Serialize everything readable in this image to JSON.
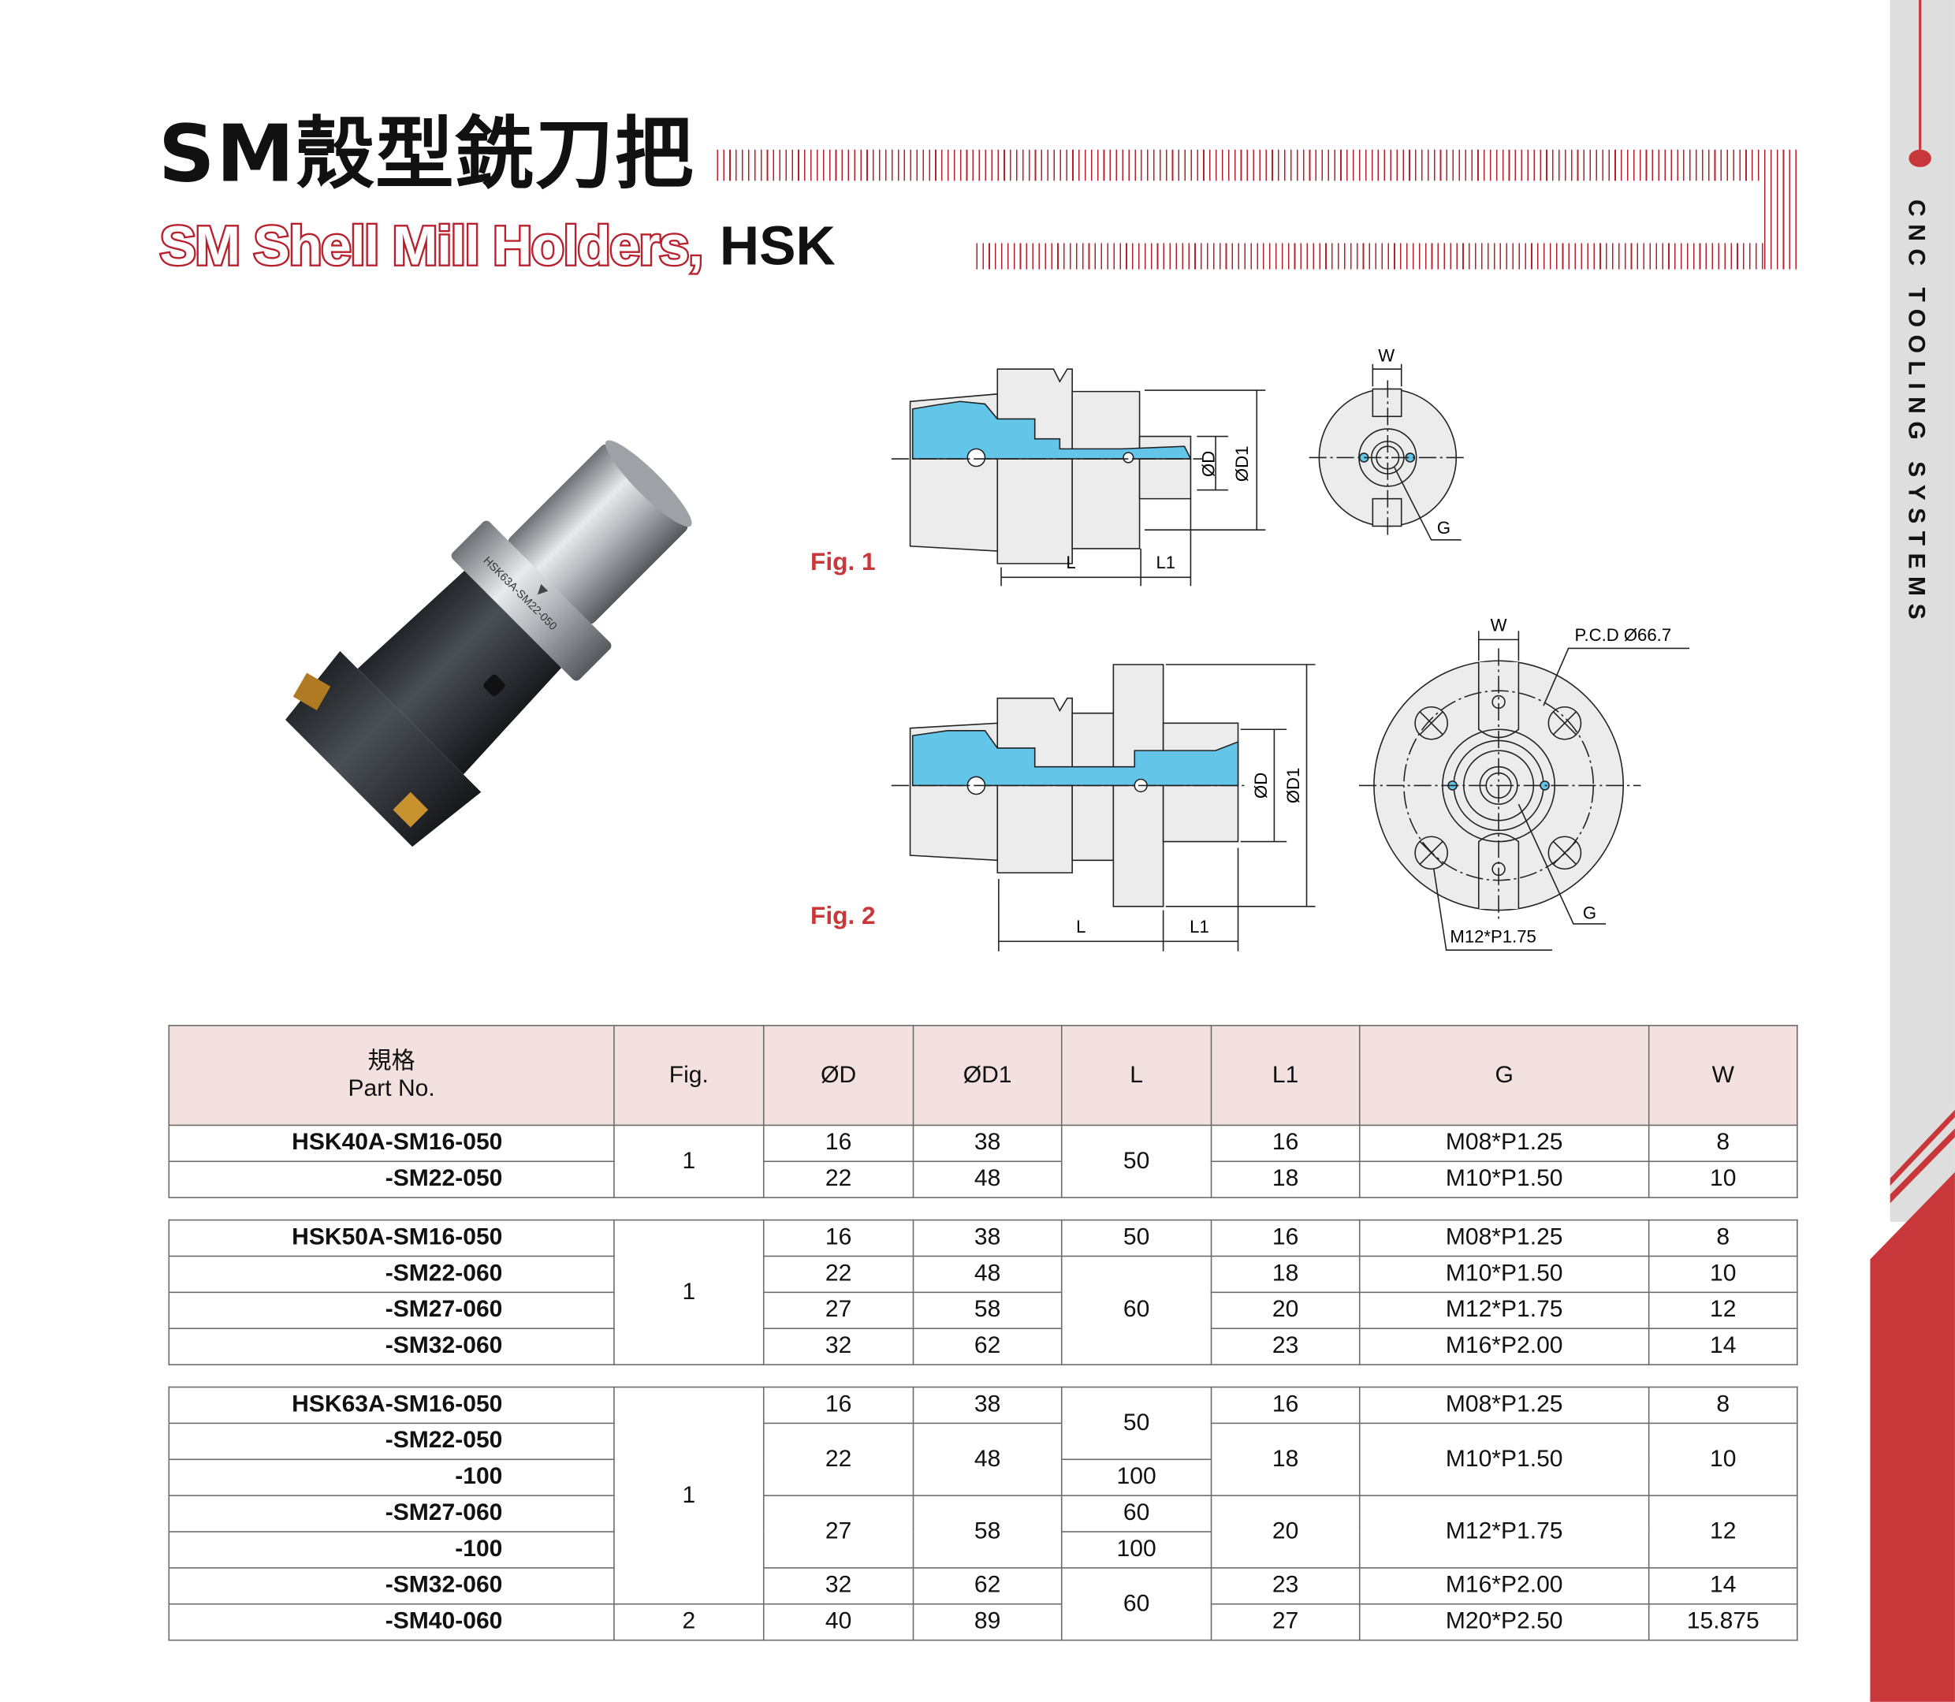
{
  "header": {
    "title": "SM殼型銑刀把",
    "subtitle": "SM Shell Mill Holders,",
    "subtitle_suffix": "HSK"
  },
  "sidebar": {
    "text": "CNC TOOLING SYSTEMS",
    "accent_color": "#c8373a"
  },
  "product_photo": {
    "engraving": "HSK63A-SM22-050"
  },
  "figures": {
    "fig1": {
      "label": "Fig. 1",
      "dims": {
        "D": "ØD",
        "D1": "ØD1",
        "L": "L",
        "L1": "L1",
        "W": "W",
        "G": "G"
      }
    },
    "fig2": {
      "label": "Fig. 2",
      "dims": {
        "D": "ØD",
        "D1": "ØD1",
        "L": "L",
        "L1": "L1",
        "W": "W",
        "G": "G",
        "pcd": "P.C.D Ø66.7",
        "bolt": "M12*P1.75"
      }
    }
  },
  "table": {
    "headers": {
      "part_cn": "規格",
      "part_en": "Part No.",
      "fig": "Fig.",
      "d": "ØD",
      "d1": "ØD1",
      "l": "L",
      "l1": "L1",
      "g": "G",
      "w": "W"
    },
    "groups": [
      {
        "rows": [
          {
            "part": "HSK40A-SM16-050",
            "fig": "1",
            "d": "16",
            "d1": "38",
            "l": "50",
            "l1": "16",
            "g": "M08*P1.25",
            "w": "8"
          },
          {
            "part": "-SM22-050",
            "fig": "1",
            "d": "22",
            "d1": "48",
            "l": "50",
            "l1": "18",
            "g": "M10*P1.50",
            "w": "10"
          }
        ]
      },
      {
        "rows": [
          {
            "part": "HSK50A-SM16-050",
            "fig": "1",
            "d": "16",
            "d1": "38",
            "l": "50",
            "l1": "16",
            "g": "M08*P1.25",
            "w": "8"
          },
          {
            "part": "-SM22-060",
            "fig": "1",
            "d": "22",
            "d1": "48",
            "l": "60",
            "l1": "18",
            "g": "M10*P1.50",
            "w": "10"
          },
          {
            "part": "-SM27-060",
            "fig": "1",
            "d": "27",
            "d1": "58",
            "l": "60",
            "l1": "20",
            "g": "M12*P1.75",
            "w": "12"
          },
          {
            "part": "-SM32-060",
            "fig": "1",
            "d": "32",
            "d1": "62",
            "l": "60",
            "l1": "23",
            "g": "M16*P2.00",
            "w": "14"
          }
        ]
      },
      {
        "rows": [
          {
            "part": "HSK63A-SM16-050",
            "fig": "1",
            "d": "16",
            "d1": "38",
            "l": "50",
            "l1": "16",
            "g": "M08*P1.25",
            "w": "8"
          },
          {
            "part": "-SM22-050",
            "fig": "1",
            "d": "22",
            "d1": "48",
            "l": "50",
            "l1": "18",
            "g": "M10*P1.50",
            "w": "10"
          },
          {
            "part": "-100",
            "fig": "1",
            "d": "22",
            "d1": "48",
            "l": "100",
            "l1": "18",
            "g": "M10*P1.50",
            "w": "10"
          },
          {
            "part": "-SM27-060",
            "fig": "1",
            "d": "27",
            "d1": "58",
            "l": "60",
            "l1": "20",
            "g": "M12*P1.75",
            "w": "12"
          },
          {
            "part": "-100",
            "fig": "1",
            "d": "27",
            "d1": "58",
            "l": "100",
            "l1": "20",
            "g": "M12*P1.75",
            "w": "12"
          },
          {
            "part": "-SM32-060",
            "fig": "1",
            "d": "32",
            "d1": "62",
            "l": "60",
            "l1": "23",
            "g": "M16*P2.00",
            "w": "14"
          },
          {
            "part": "-SM40-060",
            "fig": "2",
            "d": "40",
            "d1": "89",
            "l": "60",
            "l1": "27",
            "g": "M20*P2.50",
            "w": "15.875"
          }
        ]
      }
    ]
  }
}
